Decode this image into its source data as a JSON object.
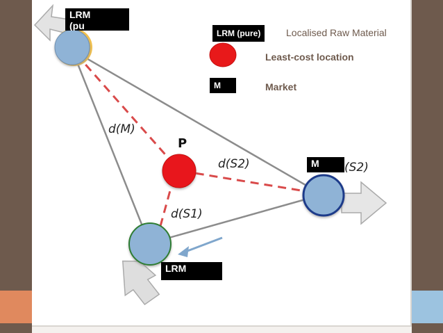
{
  "diagram": {
    "nodes": {
      "top_left_label": "LRM\n(pu",
      "right_label": "M",
      "bottom_label": "LRM",
      "point_label": "P"
    },
    "edges": {
      "d_m": "d(M)",
      "d_s1": "d(S1)",
      "d_s2": "d(S2)",
      "right_partial": "(S2)"
    }
  },
  "legend": {
    "items": [
      {
        "key": "LRM (pure)",
        "text": "Localised Raw Material"
      },
      {
        "key_shape": "red-circle",
        "text": "Least-cost location"
      },
      {
        "key": "M",
        "text": "Market"
      }
    ]
  },
  "colors": {
    "frame": "#6e5a4d",
    "accent_orange": "#e0895e",
    "accent_blue": "#9cc3e0",
    "node_fill": "#8fb3d6",
    "least_cost": "#e8191a",
    "dashed": "#d94a4a",
    "edge": "#8c8c8c"
  }
}
